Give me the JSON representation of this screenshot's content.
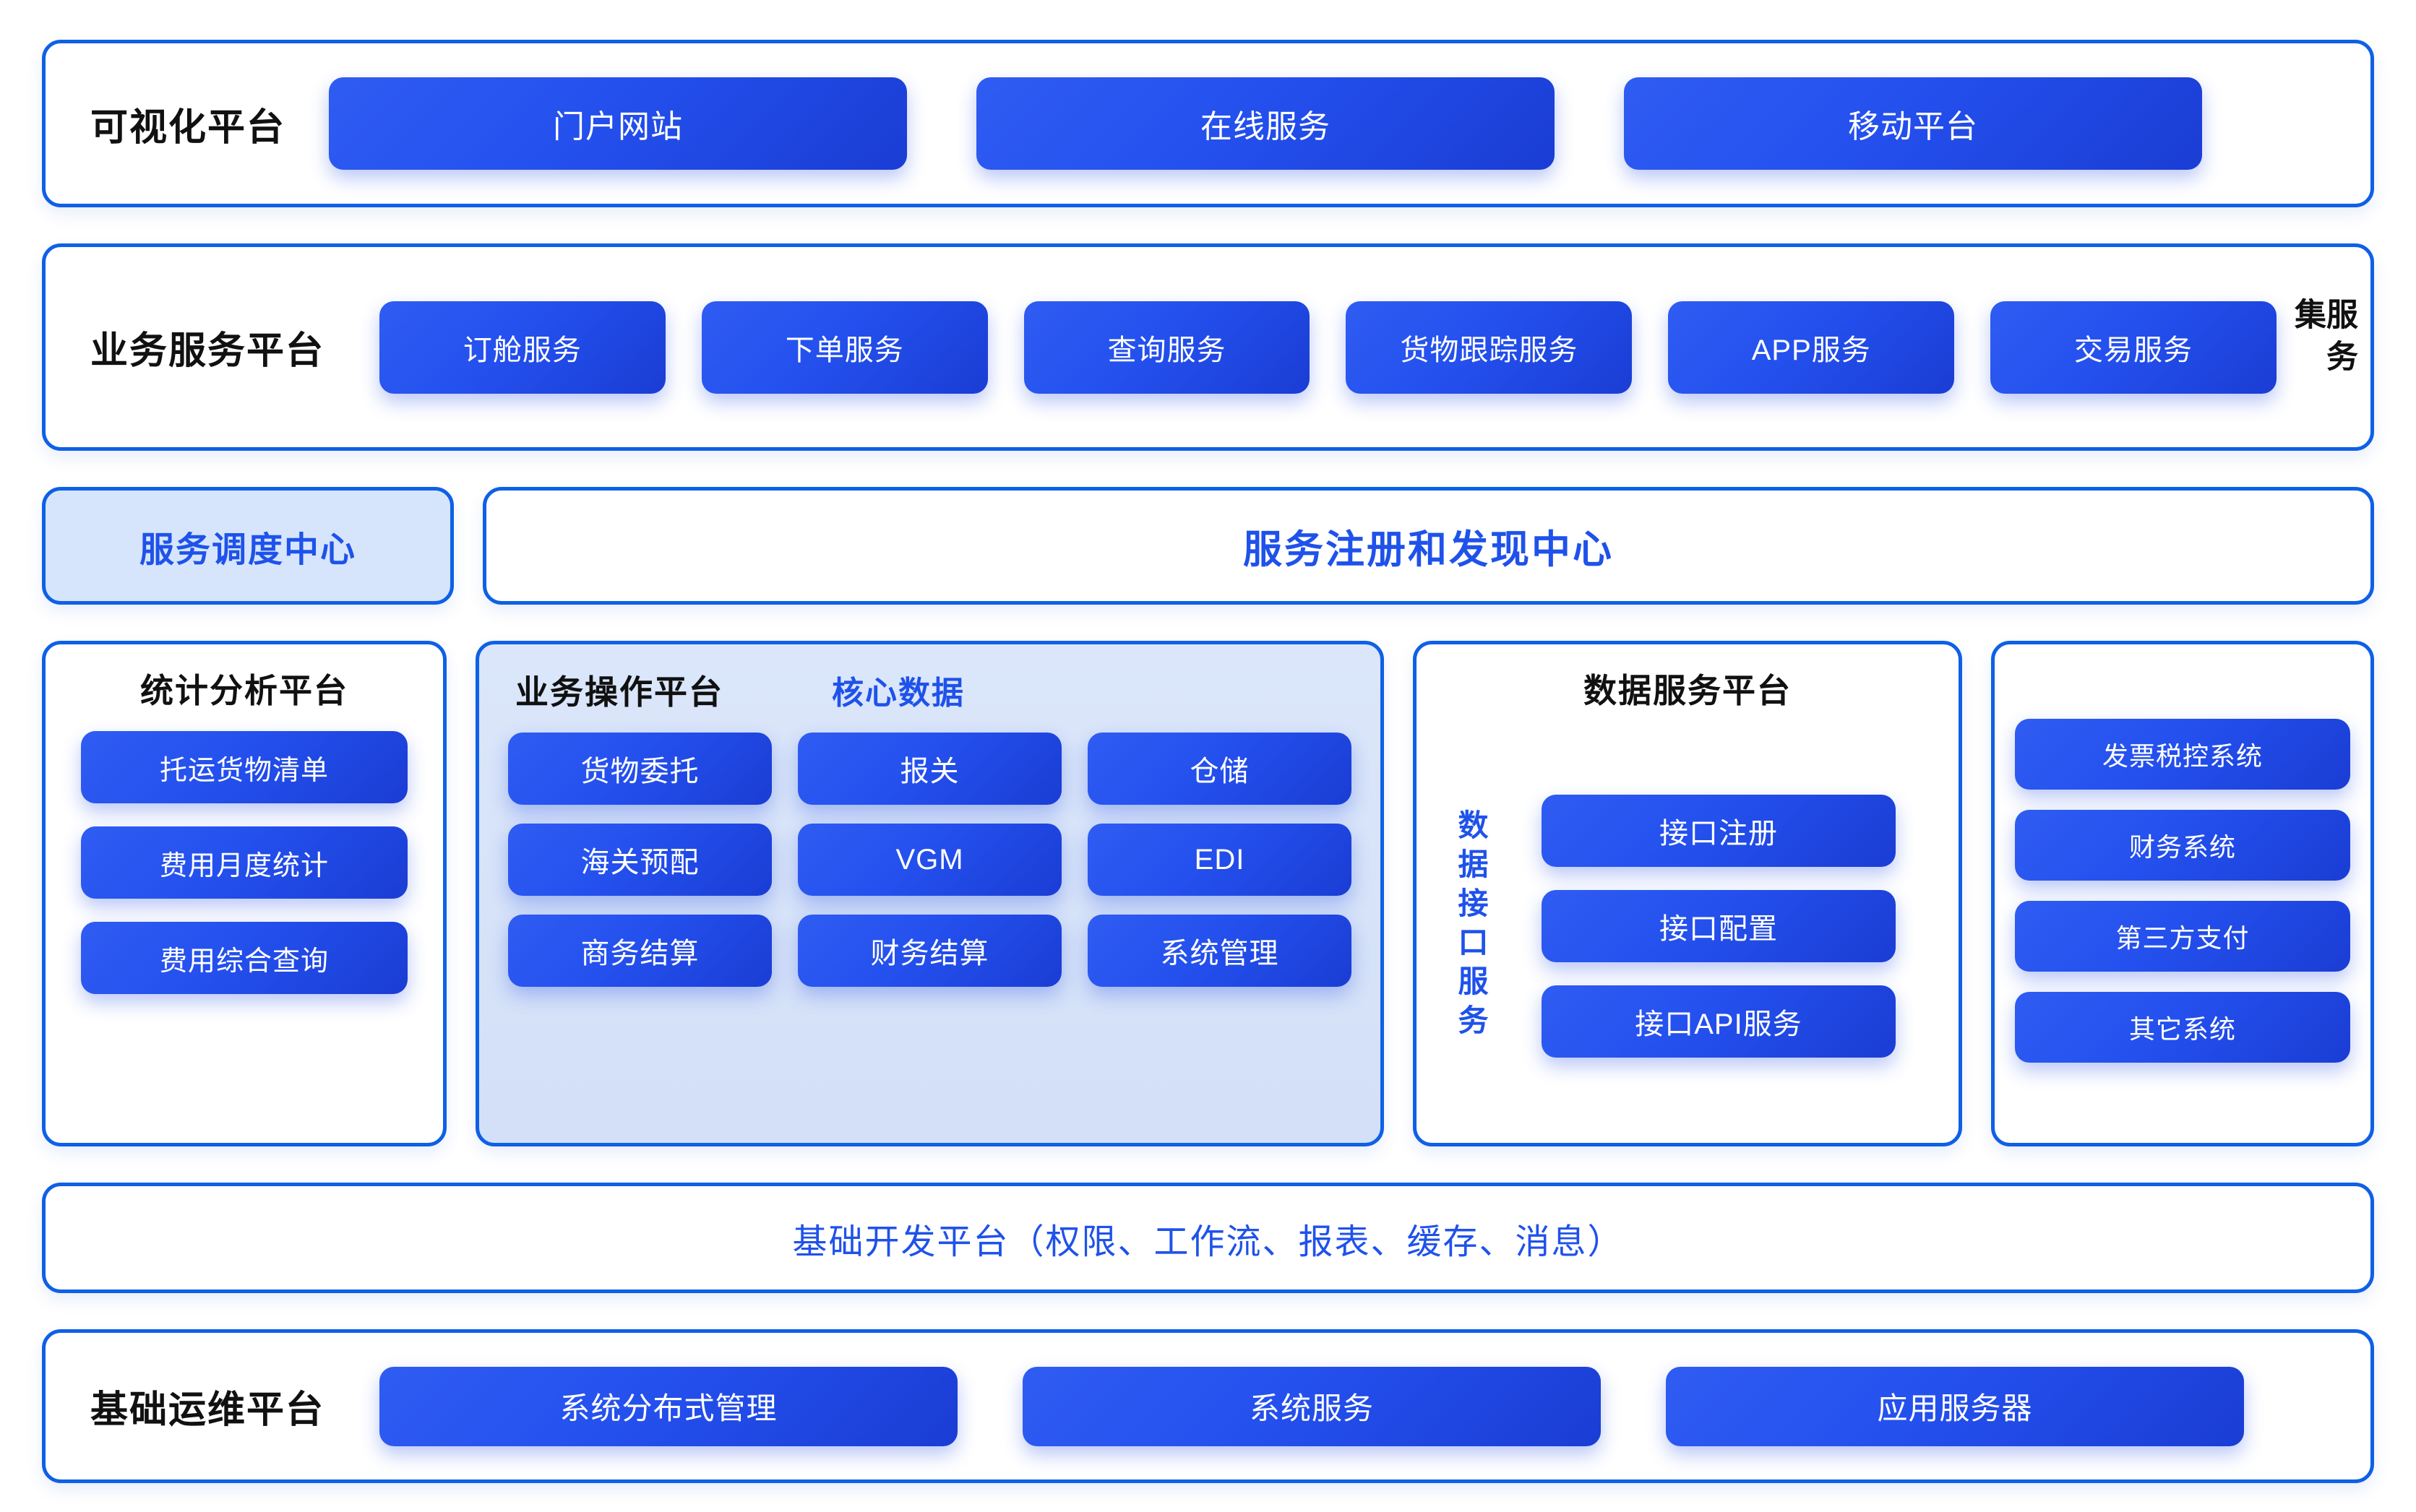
{
  "diagram": {
    "accent_blue": "#1f52ea",
    "border_blue": "#0e60e6",
    "tile_gradient_from": "#2f5cf2",
    "tile_gradient_to": "#1a3dd4",
    "panel_light_blue": "#d6e5fb"
  },
  "visualization_platform": {
    "label": "可视化平台",
    "tiles": [
      "门户网站",
      "在线服务",
      "移动平台"
    ]
  },
  "business_service_platform": {
    "label": "业务服务平台",
    "vertical_label": "服务集",
    "tiles": [
      "订舱服务",
      "下单服务",
      "查询服务",
      "货物跟踪服务",
      "APP服务",
      "交易服务"
    ]
  },
  "registry_row": {
    "dispatch_center": "服务调度中心",
    "registry_center": "服务注册和发现中心"
  },
  "statistics_platform": {
    "title": "统计分析平台",
    "tiles": [
      "托运货物清单",
      "费用月度统计",
      "费用综合查询"
    ]
  },
  "operation_platform": {
    "title": "业务操作平台",
    "core_data_label": "核心数据",
    "tiles": [
      "货物委托",
      "报关",
      "仓储",
      "海关预配",
      "VGM",
      "EDI",
      "商务结算",
      "财务结算",
      "系统管理"
    ]
  },
  "data_service_platform": {
    "title": "数据服务平台",
    "vertical_label": "数据接口服务",
    "tiles": [
      "接口注册",
      "接口配置",
      "接口API服务"
    ]
  },
  "external_systems": {
    "tiles": [
      "发票税控系统",
      "财务系统",
      "第三方支付",
      "其它系统"
    ]
  },
  "development_base_platform": {
    "label": "基础开发平台（权限、工作流、报表、缓存、消息）"
  },
  "operations_base_platform": {
    "label": "基础运维平台",
    "tiles": [
      "系统分布式管理",
      "系统服务",
      "应用服务器"
    ]
  }
}
